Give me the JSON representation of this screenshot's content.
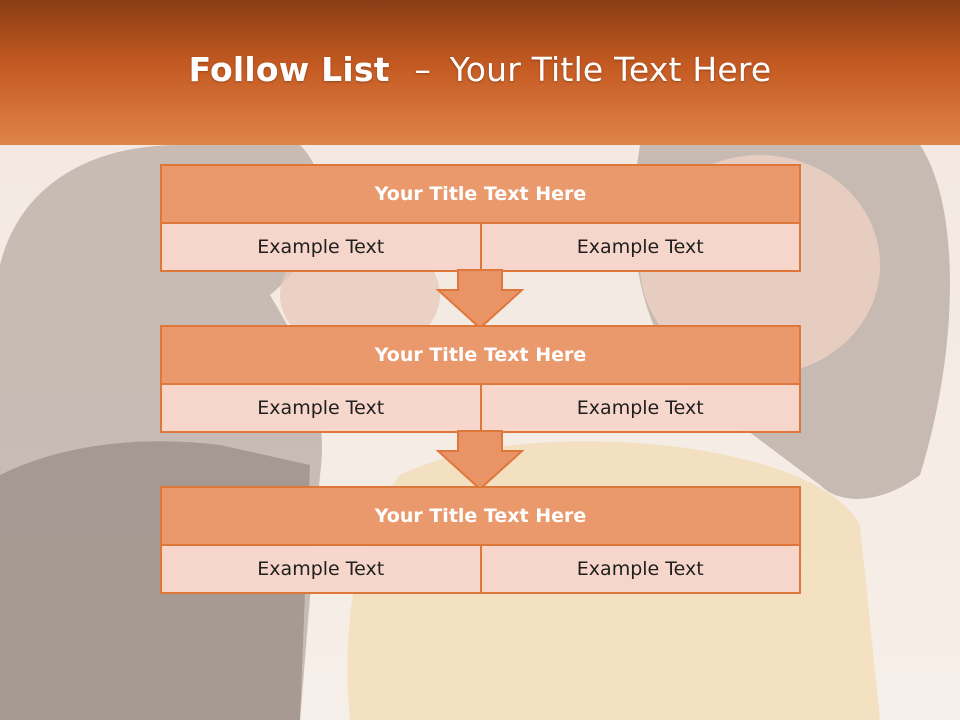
{
  "header": {
    "title_bold": "Follow List",
    "title_dash": "–",
    "title_rest": "Your Title Text Here"
  },
  "blocks": [
    {
      "title": "Your Title Text Here",
      "left": "Example Text",
      "right": "Example Text"
    },
    {
      "title": "Your Title Text Here",
      "left": "Example Text",
      "right": "Example Text"
    },
    {
      "title": "Your Title Text Here",
      "left": "Example Text",
      "right": "Example Text"
    }
  ],
  "colors": {
    "accent": "#e0773a",
    "header_top": "#8a3d16",
    "header_bottom": "#e0844a",
    "title_fill": "#e89466",
    "cell_fill": "#f6d6cb"
  }
}
